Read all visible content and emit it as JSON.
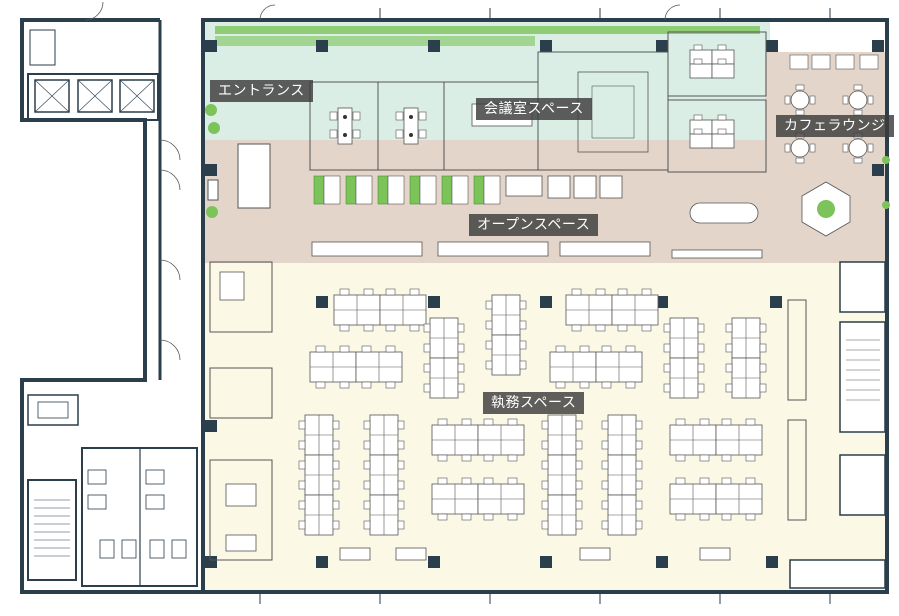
{
  "floorplan": {
    "zones": [
      {
        "id": "entrance",
        "label": "エントランス",
        "color": "#dbeee6"
      },
      {
        "id": "meeting",
        "label": "会議室スペース",
        "color": "#dbeee6"
      },
      {
        "id": "cafe",
        "label": "カフェラウンジ",
        "color": "#e3d5c9"
      },
      {
        "id": "open",
        "label": "オープンスペース",
        "color": "#e3d5c9"
      },
      {
        "id": "office",
        "label": "執務スペース",
        "color": "#fbf8e6"
      }
    ],
    "colors": {
      "wall": "#2b3e4b",
      "furniture_stroke": "#555555",
      "plant": "#7cc35a",
      "column": "#2b3e4b"
    }
  }
}
